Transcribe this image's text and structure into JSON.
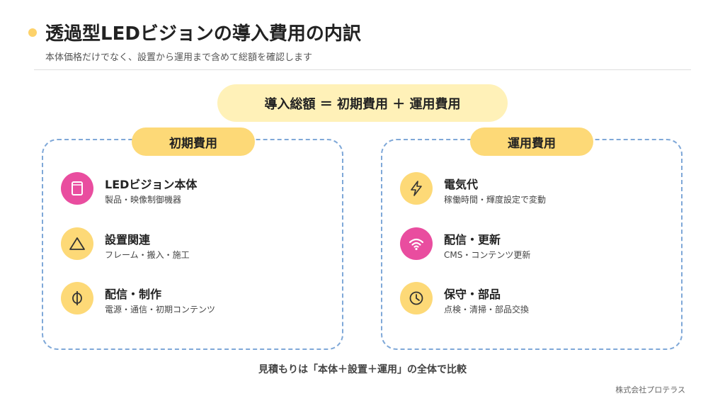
{
  "header": {
    "title": "透過型LEDビジョンの導入費用の内訳",
    "subtitle": "本体価格だけでなく、設置から運用まで含めて総額を確認します"
  },
  "formula": "導入総額 ＝ 初期費用 ＋ 運用費用",
  "panels": {
    "initial": {
      "label": "初期費用",
      "items": [
        {
          "title": "LEDビジョン本体",
          "desc": "製品・映像制御機器",
          "icon": "tablet-icon",
          "color": "#e94d9f"
        },
        {
          "title": "設置関連",
          "desc": "フレーム・搬入・施工",
          "icon": "triangle-icon",
          "color": "#fdd977"
        },
        {
          "title": "配信・制作",
          "desc": "電源・通信・初期コンテンツ",
          "icon": "phi-icon",
          "color": "#fdd977"
        }
      ]
    },
    "operating": {
      "label": "運用費用",
      "items": [
        {
          "title": "電気代",
          "desc": "稼働時間・輝度設定で変動",
          "icon": "lightning-icon",
          "color": "#fdd977"
        },
        {
          "title": "配信・更新",
          "desc": "CMS・コンテンツ更新",
          "icon": "wifi-icon",
          "color": "#e94d9f"
        },
        {
          "title": "保守・部品",
          "desc": "点検・清掃・部品交換",
          "icon": "clock-icon",
          "color": "#fdd977"
        }
      ]
    }
  },
  "footer": {
    "note": "見積もりは「本体＋設置＋運用」の全体で比較",
    "company": "株式会社プロテラス"
  },
  "colors": {
    "accent_yellow": "#fdd977",
    "formula_bg": "#fff1b8",
    "accent_pink": "#e94d9f",
    "dashed_border": "#7fa8d8"
  }
}
